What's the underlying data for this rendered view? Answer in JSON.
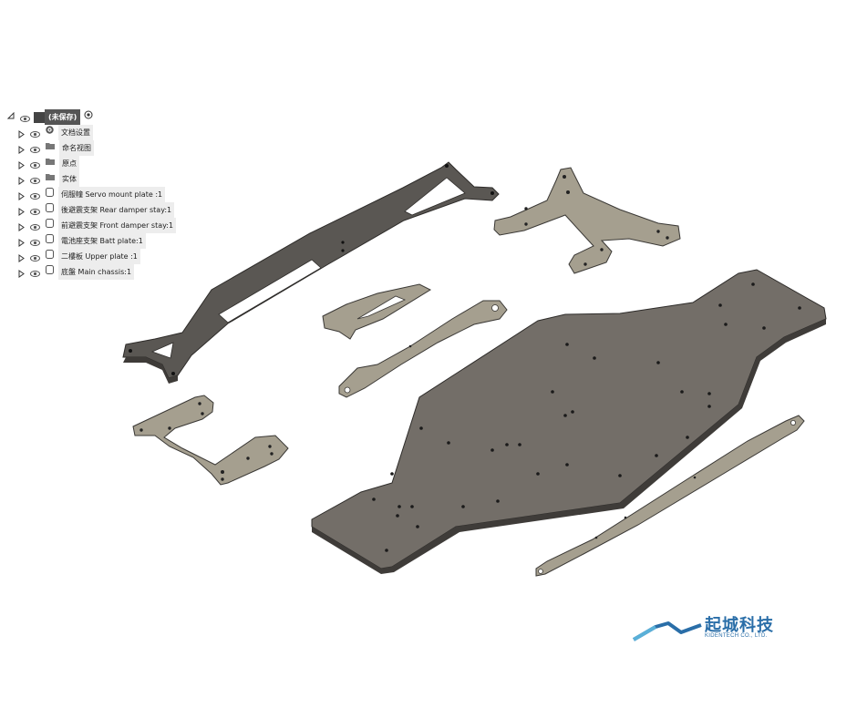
{
  "browser": {
    "root_label": "(未保存)",
    "items": [
      {
        "label": "文档设置",
        "icon": "gear-icon"
      },
      {
        "label": "命名视图",
        "icon": "folder-icon"
      },
      {
        "label": "原点",
        "icon": "folder-icon"
      },
      {
        "label": "实体",
        "icon": "folder-icon"
      },
      {
        "label": "伺服幢 Servo mount plate :1",
        "icon": "component-icon"
      },
      {
        "label": "後避震支架 Rear damper stay:1",
        "icon": "component-icon"
      },
      {
        "label": "前避震支架 Front damper stay:1",
        "icon": "component-icon"
      },
      {
        "label": "電池座支架 Batt plate:1",
        "icon": "component-icon"
      },
      {
        "label": "二樓板 Upper plate :1",
        "icon": "component-icon"
      },
      {
        "label": "底盤 Main chassis:1",
        "icon": "component-icon"
      }
    ]
  },
  "logo": {
    "name_cn": "起城科技",
    "name_en": "KIDENTECH CO., LTD.",
    "color": "#2a6ea8"
  },
  "colors": {
    "plate_fill": "#76716a",
    "plate_edge": "#3a3835",
    "plate_light": "#a9a393",
    "bracket_fill": "#a49f8f"
  }
}
